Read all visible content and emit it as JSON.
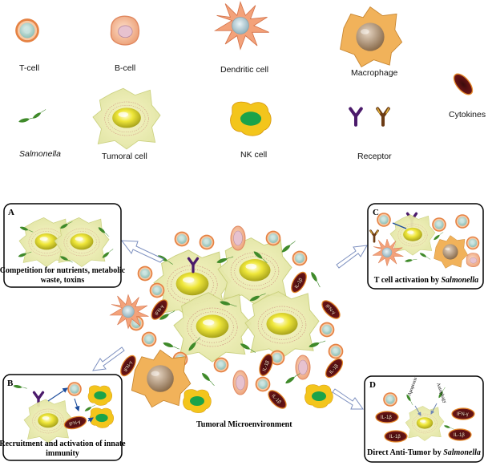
{
  "legend": {
    "t_cell": "T-cell",
    "b_cell": "B-cell",
    "dendritic_cell": "Dendritic cell",
    "macrophage": "Macrophage",
    "cytokines": "Cytokines",
    "salmonella": "Salmonella",
    "tumoral_cell": "Tumoral cell",
    "nk_cell": "NK cell",
    "receptor": "Receptor"
  },
  "center_label": "Tumoral Microenvironment",
  "panels": {
    "a": {
      "letter": "A",
      "caption_line1": "Competition for nutrients, metabolic",
      "caption_line2": "waste, toxins"
    },
    "b": {
      "letter": "B",
      "caption_line1": "Recruitment and activation of innate",
      "caption_line2": "immunity"
    },
    "c": {
      "letter": "C",
      "caption_prefix": "T cell activation by ",
      "caption_italic": "Salmonella"
    },
    "d": {
      "letter": "D",
      "caption_prefix": "Direct Anti-Tumor by ",
      "caption_italic": "Salmonella",
      "apoptosis": "Apoptosis",
      "autophagy": "Autophagy"
    }
  },
  "cytokine_labels": {
    "il1b": "IL-1β",
    "ifng": "IFN-γ"
  },
  "colors": {
    "tcell_outer": "#e07d3a",
    "tcell_inner": "#a9d1cb",
    "bcell": "#f3b48d",
    "dendritic": "#f09a6c",
    "macrophage": "#f0b25a",
    "tumor_halo": "#eef0b8",
    "tumor_core": "#e6e02a",
    "nk_outer": "#f2c21b",
    "nk_inner": "#1aa34a",
    "cytokine": "#7a1516",
    "salmonella": "#3f8a2a",
    "receptor_purple": "#4b1a6b",
    "receptor_brown": "#6b3b14"
  }
}
